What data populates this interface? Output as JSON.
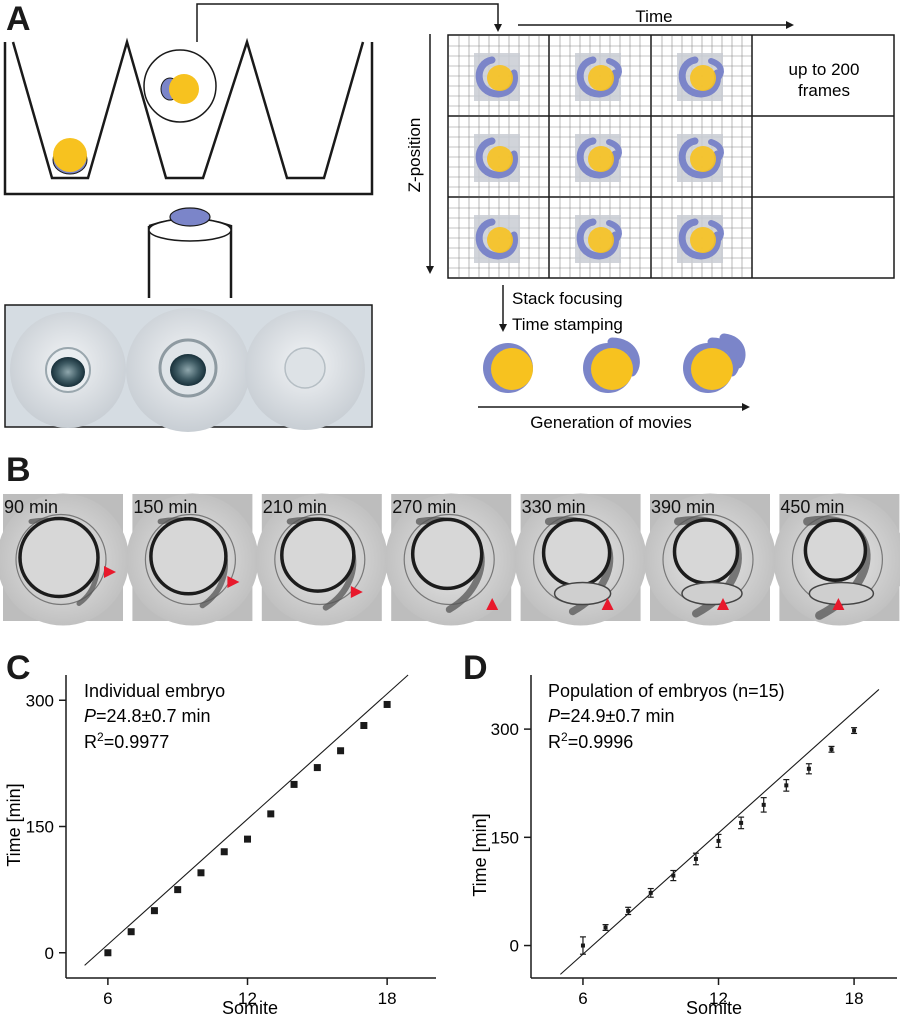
{
  "panels": {
    "a": {
      "letter": "A"
    },
    "b": {
      "letter": "B"
    },
    "c": {
      "letter": "C"
    },
    "d": {
      "letter": "D"
    }
  },
  "panel_a": {
    "time_label": "Time",
    "z_label": "Z-position",
    "frames_label_1": "up to 200",
    "frames_label_2": "frames",
    "step_1": "Stack focusing",
    "step_2": "Time stamping",
    "movies_label": "Generation of movies",
    "colors": {
      "yolk": "#f7c21f",
      "embryo": "#7b85c9",
      "tile": "#c9ccd3",
      "grid": "#888888"
    }
  },
  "panel_b": {
    "frames": [
      {
        "label": "90 min",
        "stage": 0
      },
      {
        "label": "150 min",
        "stage": 1
      },
      {
        "label": "210 min",
        "stage": 2
      },
      {
        "label": "270 min",
        "stage": 3
      },
      {
        "label": "330 min",
        "stage": 4
      },
      {
        "label": "390 min",
        "stage": 5
      },
      {
        "label": "450 min",
        "stage": 6
      }
    ],
    "arrow_color": "#e8192c"
  },
  "chart_data": [
    {
      "id": "C",
      "type": "scatter",
      "title": "",
      "annotation_lines": [
        "Individual embryo",
        "P=24.8±0.7 min",
        "R2=0.9977"
      ],
      "xlabel": "Somite",
      "ylabel": "Time [min]",
      "xlim": [
        4.2,
        20.1
      ],
      "ylim": [
        -30,
        330
      ],
      "xticks": [
        6,
        12,
        18
      ],
      "yticks": [
        0,
        150,
        300
      ],
      "points": [
        {
          "x": 6,
          "y": 0
        },
        {
          "x": 7,
          "y": 25
        },
        {
          "x": 8,
          "y": 50
        },
        {
          "x": 9,
          "y": 75
        },
        {
          "x": 10,
          "y": 95
        },
        {
          "x": 11,
          "y": 120
        },
        {
          "x": 12,
          "y": 135
        },
        {
          "x": 13,
          "y": 165
        },
        {
          "x": 14,
          "y": 200
        },
        {
          "x": 15,
          "y": 220
        },
        {
          "x": 16,
          "y": 240
        },
        {
          "x": 17,
          "y": 270
        },
        {
          "x": 18,
          "y": 295
        }
      ],
      "fit_line": [
        {
          "x": 5.0,
          "y": -15
        },
        {
          "x": 18.9,
          "y": 330
        }
      ],
      "grid": false
    },
    {
      "id": "D",
      "type": "scatter",
      "title": "",
      "annotation_lines": [
        "Population of embryos (n=15)",
        "P=24.9±0.7 min",
        "R2=0.9996"
      ],
      "xlabel": "Somite",
      "ylabel": "Time [min]",
      "xlim": [
        3.7,
        19.9
      ],
      "ylim": [
        -45,
        375
      ],
      "xticks": [
        6,
        12,
        18
      ],
      "yticks": [
        0,
        150,
        300
      ],
      "points": [
        {
          "x": 6,
          "y": 0,
          "err": 12
        },
        {
          "x": 7,
          "y": 25,
          "err": 4
        },
        {
          "x": 8,
          "y": 48,
          "err": 5
        },
        {
          "x": 9,
          "y": 73,
          "err": 6
        },
        {
          "x": 10,
          "y": 97,
          "err": 7
        },
        {
          "x": 11,
          "y": 120,
          "err": 8
        },
        {
          "x": 12,
          "y": 145,
          "err": 9
        },
        {
          "x": 13,
          "y": 170,
          "err": 8
        },
        {
          "x": 14,
          "y": 195,
          "err": 10
        },
        {
          "x": 15,
          "y": 222,
          "err": 8
        },
        {
          "x": 16,
          "y": 245,
          "err": 7
        },
        {
          "x": 17,
          "y": 272,
          "err": 4
        },
        {
          "x": 18,
          "y": 298,
          "err": 4
        }
      ],
      "fit_line": [
        {
          "x": 5.0,
          "y": -40
        },
        {
          "x": 19.1,
          "y": 355
        }
      ],
      "grid": false
    }
  ]
}
